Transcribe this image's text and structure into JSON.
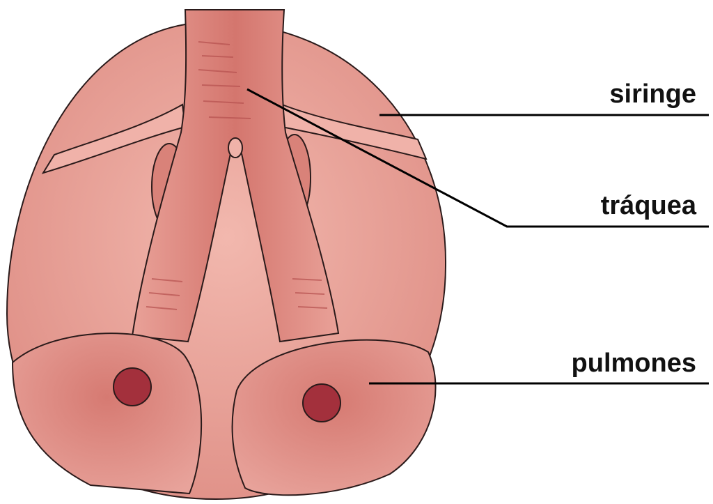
{
  "labels": {
    "syrinx": "siringe",
    "trachea": "tráquea",
    "lungs": "pulmones"
  },
  "colors": {
    "body": "#eaa49b",
    "trachea": "#dc8a80",
    "trachea_dark": "#c05a58",
    "lung": "#d9827a",
    "lung_spot": "#a3303c",
    "outline": "#2a1a1a",
    "leader_line": "#000000"
  }
}
